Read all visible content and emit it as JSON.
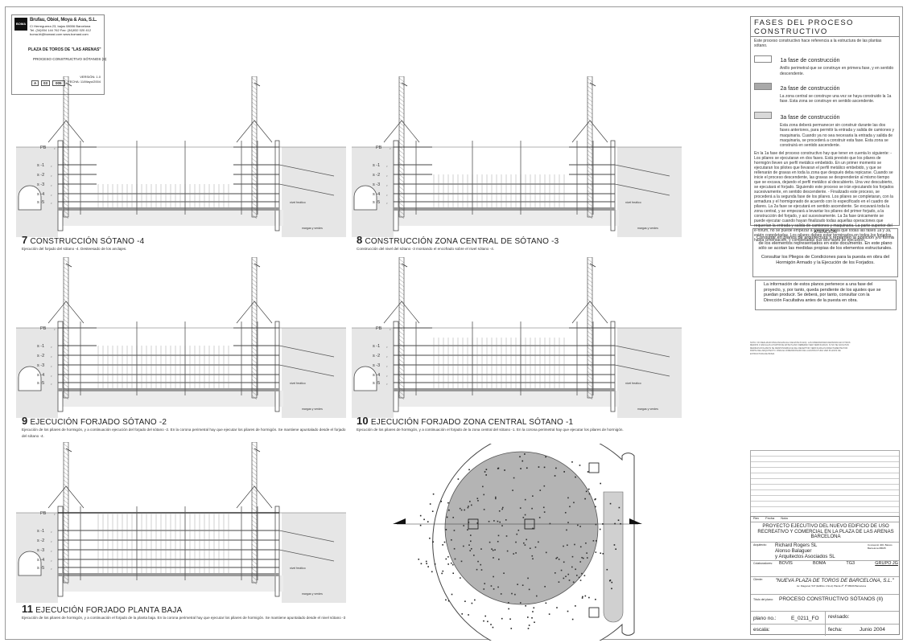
{
  "header_block": {
    "company": "Brufau, Obiol, Moya & Ass, S.L.",
    "address": "C/ Herreguerra 23, bajos 08006 Barcelona",
    "phone": "Tel. (34)934 144 762 Fax: (34)932 020 412",
    "email": "boma.bt@bomast.com www.bomast.com",
    "logo": "BOMA",
    "project": "PLAZA DE TOROS DE \"LAS ARENAS\"",
    "plan": "PROCESO CONSTRUCTIVO SÓTANOS (II)",
    "version": "VERSIÓN: 1.0",
    "date": "FECHA: 11/Mayo/2004",
    "code_a": "A",
    "code_b": "03",
    "code_c": "005"
  },
  "levels": [
    "PB",
    "s -1",
    "s -2",
    "s -3",
    "s -4",
    "s -5"
  ],
  "labels": {
    "nivel": "nivel freático",
    "margas": "margas y verdes"
  },
  "panels": [
    {
      "num": "7",
      "title": "CONSTRUCCIÓN SÓTANO -4",
      "desc": "Ejecución del forjado del sótano -4. Desteesado de  los anclajes."
    },
    {
      "num": "8",
      "title": "CONSTRUCCIÓN ZONA CENTRAL DE SÓTANO -3",
      "desc": "Construcción del nivel del sótano -3 montando el encofrado sobre el nivel sótano -4."
    },
    {
      "num": "9",
      "title": "EJECUCIÓN FORJADO SÓTANO -2",
      "desc": "Ejecución de los pilares de hormigón, y a continuación ejecución del forjado del sótano -2. En la corona perimetral hay que ejecutar los pilares de hormigón. Se mantiene apuntalado desde el forjado del sótano -4."
    },
    {
      "num": "10",
      "title": "EJECUCIÓN FORJADO ZONA CENTRAL SÓTANO -1",
      "desc": "Ejecución de los pilares de hormigón, y a continuación el forjado de la zona central del sótano -1. En la corona perimetral hay que ejecutar los pilares de hormigón."
    },
    {
      "num": "11",
      "title": "EJECUCIÓN FORJADO PLANTA BAJA",
      "desc": "Ejecución de los pilares de hormigón, y a continuación el forjado de la planta baja. En la corona perimetral hay que ejecutar los pilares de hormigón. Se mantiene apuntalado desde el nivel sótano -3"
    }
  ],
  "fases": {
    "title": "FASES DEL PROCESO CONSTRUCTIVO",
    "intro": "Este proceso constructivo hace referencia a la estructura de las plantas sótano.",
    "items": [
      {
        "label": "1a fase de construcción",
        "text": "Anillo perimetral que se construye en primera fase, y en sentido descendente.",
        "color": "#ffffff"
      },
      {
        "label": "2a fase de construcción",
        "text": "La zona central se construye una vez se haya construido la 1a fase. Esta zona se construye en sentido ascendente.",
        "color": "#a9a9a9"
      },
      {
        "label": "3a fase de construcción",
        "text": "Esta zona deberá permanecer sin construir durante las dos fases anteriores, para permitir la entrada y salida de camiones y maquinaria. Cuando ya no sea necesaria la entrada y salida de maquinaria, se procederá a construir esta fase. Esta zona se construirá en sentido ascendente.",
        "color": "#d9d9d9"
      }
    ],
    "body": "En la 1a fase del proceso constructivo hay que tener en cuenta lo siguiente: - Los pilares se ejecutaran en dos fases. Está previsto que los pilares de hormigón lleven un perfil metálico embebido. En un primer momento se ejecutaran los pilotes que llevaran el perfil metálico embebido, y que se rellenarán de gravas en toda la zona que después deba repicarse. Cuando se inicie el proceso descendente, las gravas se desprenderán al mismo tiempo que se excava, dejando el perfil metálico al descubierto. Una vez descubierto, se ejecutará el forjado. Siguiendo este proceso se irán ejecutando los forjados sucesivamente, en sentido descendente. - Finalizado este proceso, se procederá a la segunda fase de los pilares. Los pilares se completaran, con la armadura y el hormigonado de acuerdo con lo especificado en el cuadro de pilares. La 2a fase se ejecutará en sentido ascendente. Se excavará toda la zona central, y se empezará a levantar los pilares del primer forjado, a la construcción del forjado, y así sucesivamente. La 3a fase únicamente se puede ejecutar cuando hayan finalizado todas aquellas operaciones que requerían la entrada y salida de camiones y maquinaria. La parte superior del e-forum, no se puede empezar a construir hasta que todas las fases 1a y 3a, estén completadas. Los pilares deben estar terminados en todos los forjados, hasta cimentación, y completadas sus dos fases de ejecución."
  },
  "atencion": {
    "title": "ATENCIÓN",
    "p1": "Consultar en planos de arquitectura y replanteo la posición y/o forma de los elementos representados en este documento. En este plano sólo se acotan las medidas propias de los elementos estructurales.",
    "p2": "Consultar los Pliegos de Condiciones para la puesta en obra del Hormigón Armado y la Ejecución de los Forjados."
  },
  "info": "La información de estos planos pertenece a una fase del proyecto, y, por tanto, queda pendiente de los ajustes que se puedan producir. Se deberá, por tanto, consultar con la Dirección Facultativa antes de la puesta en obra.",
  "notes": "NOTA: NO REALIZAR NINGUNA ESCALA DE ESTE PLANO. LAS DIMENSIONES DEFINIDAS EN OTROS MEDIOS O ESCALAS A PARTIR DE ESTE PLANO DEBERÁN SER VERIFICADAS. SI NO SE FACILITAN MEDIDAS ROGAMOS SE RESPONSABILICE DEL RECEPTOR VERIFICARLAS DIRECTAMENTE POR PARTE DEL ARQUITECTO. PARA EL DIMENSIONADO DE LA ESTRUCTURA VER PLANOS DE ESTRUCTURA DE BOMA",
  "title_block": {
    "rev_headers": [
      "Rev",
      "Fecha",
      "Nota"
    ],
    "project": "PROYECTO EJECUTIVO DEL NUEVO EDIFICIO DE USO RECREATIVO Y COMERCIAL EN LA PLAZA DE LAS ARENAS BARCELONA",
    "arquitecto_label": "Arquitecto:",
    "arquitectos": [
      "Richard Rogers SL",
      "Alonso Balaguer",
      "y Arquitectos Asociados SL"
    ],
    "arq_address": "Concepció 400, Baixos Barcelona 08025",
    "colab_label": "Colaboradores:",
    "colaboradores": [
      "BOVIS",
      "BOMA",
      "TG3",
      "GRUPO JG"
    ],
    "cliente_label": "Cliente:",
    "cliente": "\"NUEVA PLAZA DE TOROS DE BARCELONA, S.L.\"",
    "cliente_address": "Av. Diagonal, 547 (Edificio L'ILLA) Planta 4ª, 6ª 08029 Barcelona",
    "titulo_label": "Título del plano:",
    "titulo": "PROCESO CONSTRUCTIVO SÓTANOS (II)",
    "plano_label": "plano no.:",
    "plano": "E_0211_FO",
    "revisado_label": "revisado:",
    "escala_label": "escala:",
    "fecha_label": "fecha:",
    "fecha": "Junio 2004"
  }
}
